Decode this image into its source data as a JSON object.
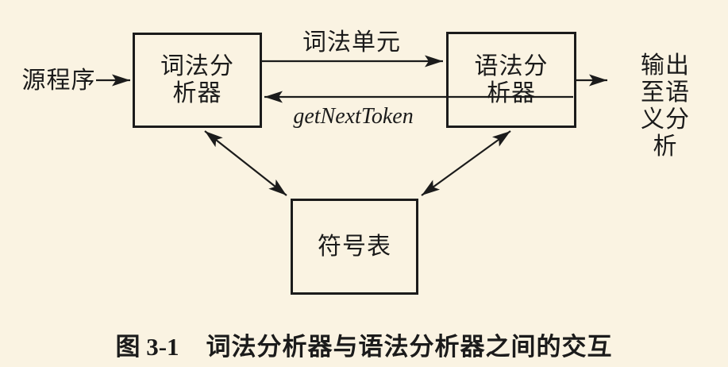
{
  "page": {
    "background_color": "#FAF3E2",
    "ink_color": "#1B1B1B"
  },
  "diagram": {
    "type": "flow-diagram",
    "nodes": {
      "lexer": "词法分\n析器",
      "parser": "语法分\n析器",
      "symbol_table": "符号表"
    },
    "external_labels": {
      "source": "源程序",
      "output": "输出至语\n义分析"
    },
    "edge_labels": {
      "token": "词法单元",
      "get_next_token": "getNextToken"
    },
    "edges": [
      {
        "from": "source",
        "to": "lexer",
        "direction": "right"
      },
      {
        "from": "lexer",
        "to": "parser",
        "label": "词法单元",
        "direction": "right"
      },
      {
        "from": "parser",
        "to": "lexer",
        "label": "getNextToken",
        "direction": "left"
      },
      {
        "from": "parser",
        "to": "output",
        "direction": "right"
      },
      {
        "from": "lexer",
        "to": "symbol_table",
        "direction": "both"
      },
      {
        "from": "parser",
        "to": "symbol_table",
        "direction": "both"
      }
    ]
  },
  "caption": {
    "figure_number": "图 3-1",
    "text": "词法分析器与语法分析器之间的交互"
  }
}
